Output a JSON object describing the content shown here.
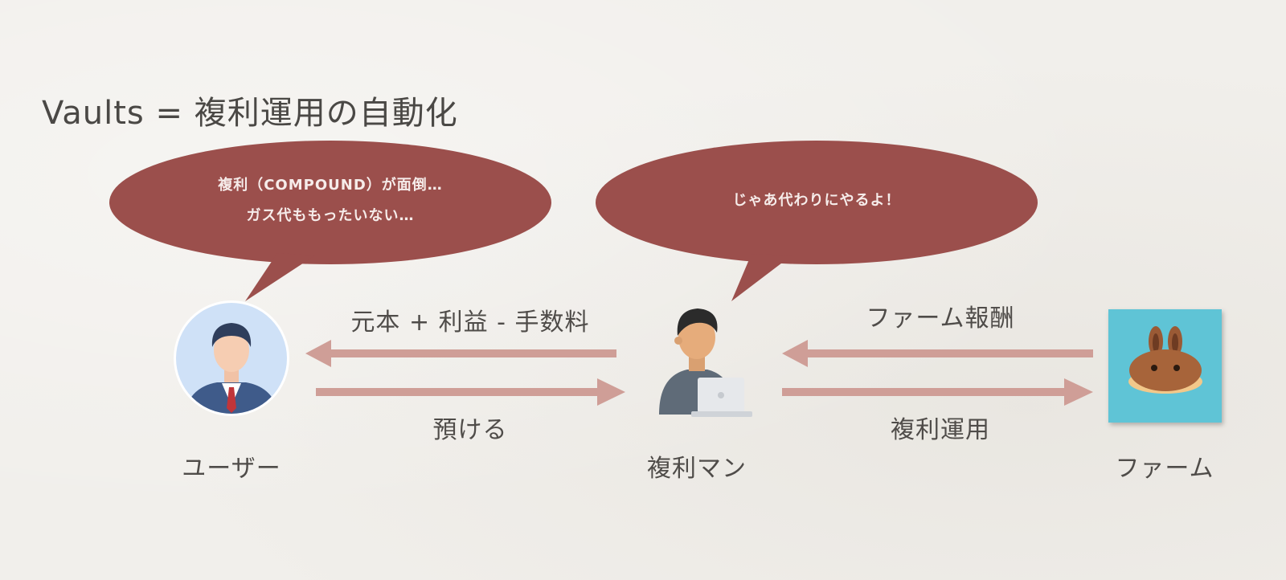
{
  "title": "Vaults = 複利運用の自動化",
  "bubbles": {
    "user_line1": "複利（COMPOUND）が面倒…",
    "user_line2": "ガス代ももったいない…",
    "compounder_line1": "じゃあ代わりにやるよ！"
  },
  "actors": {
    "user": "ユーザー",
    "compounder": "複利マン",
    "farm": "ファーム"
  },
  "arrows": {
    "return_label": "元本 + 利益 - 手数料",
    "deposit_label": "預ける",
    "reward_label": "ファーム報酬",
    "compound_label": "複利運用"
  },
  "colors": {
    "bubble": "#9b4f4c",
    "arrow": "#cf9e97",
    "farm_bg": "#5fc4d6"
  },
  "icons": {
    "user": "businessman-avatar-icon",
    "compounder": "person-with-laptop-icon",
    "farm": "pancake-bunny-icon"
  }
}
